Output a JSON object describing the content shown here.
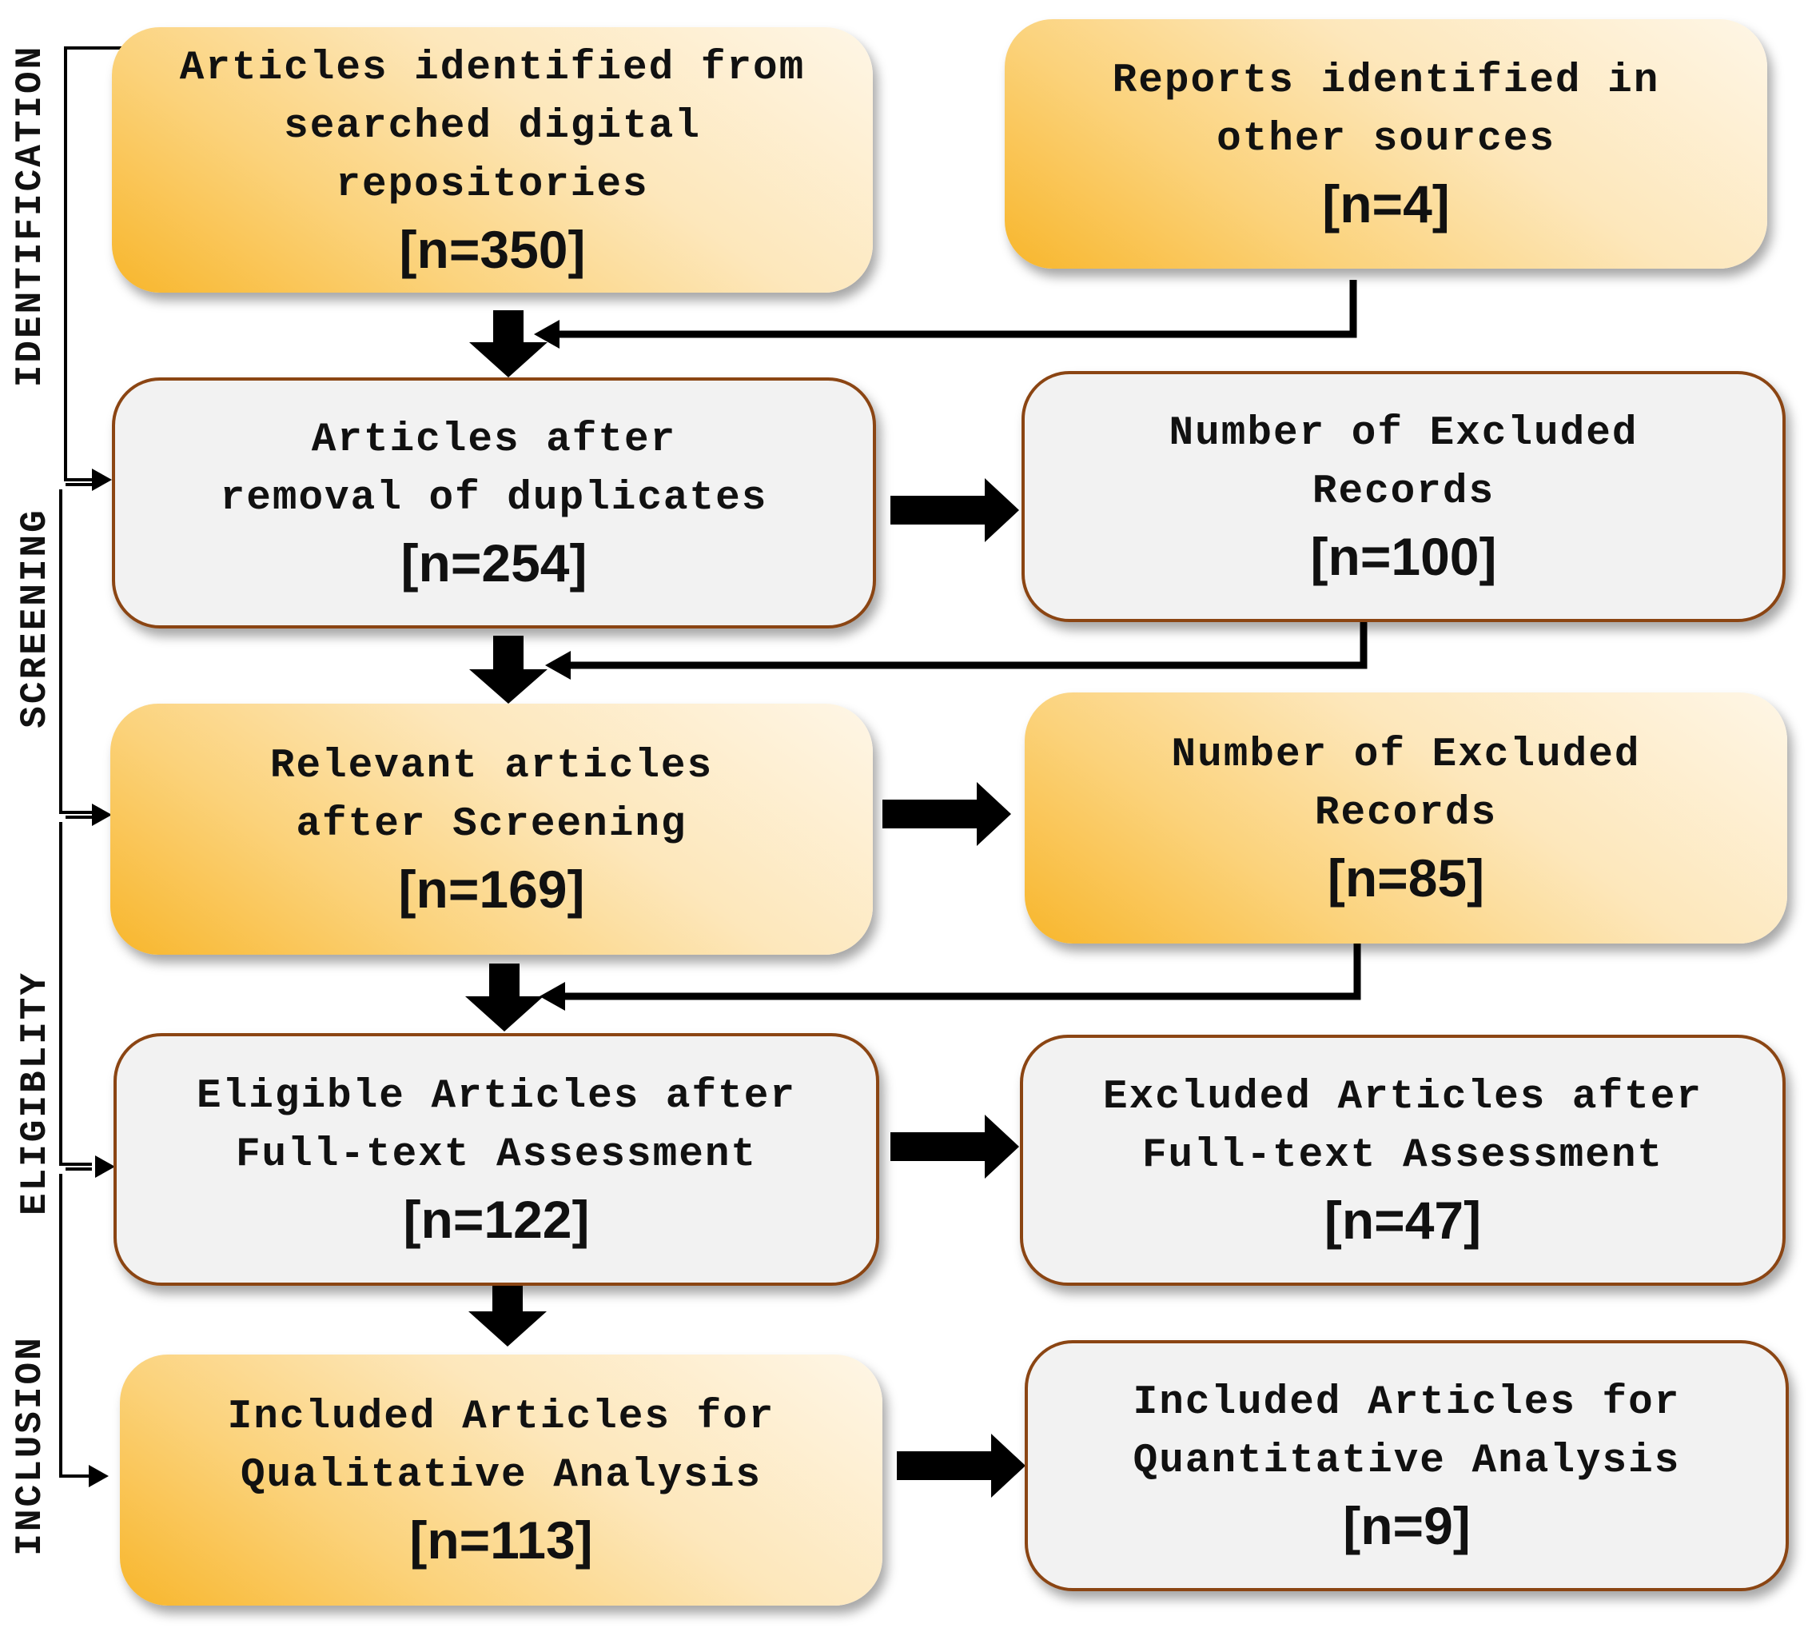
{
  "stages": [
    "IDENTIFICATION",
    "SCREENING",
    "ELIGIBLITY",
    "INCLUSION"
  ],
  "boxes": [
    {
      "id": "identified-repositories",
      "label": "Articles identified from\nsearched digital\nrepositories",
      "count": "[n=350]"
    },
    {
      "id": "identified-other",
      "label": "Reports identified in\nother sources",
      "count": "[n=4]"
    },
    {
      "id": "after-duplicates",
      "label": "Articles after\nremoval of duplicates",
      "count": "[n=254]"
    },
    {
      "id": "excluded-records-1",
      "label": "Number of Excluded\nRecords",
      "count": "[n=100]"
    },
    {
      "id": "after-screening",
      "label": "Relevant articles\nafter Screening",
      "count": "[n=169]"
    },
    {
      "id": "excluded-records-2",
      "label": "Number of Excluded\nRecords",
      "count": "[n=85]"
    },
    {
      "id": "eligible-fulltext",
      "label": "Eligible Articles after\nFull-text Assessment",
      "count": "[n=122]"
    },
    {
      "id": "excluded-fulltext",
      "label": "Excluded Articles after\nFull-text Assessment",
      "count": "[n=47]"
    },
    {
      "id": "included-qualitative",
      "label": "Included Articles for\nQualitative Analysis",
      "count": "[n=113]"
    },
    {
      "id": "included-quantitative",
      "label": "Included Articles for\nQuantitative Analysis",
      "count": "[n=9]"
    }
  ],
  "colors": {
    "gold": "#f8b62c",
    "grey": "#f2f2f2",
    "border": "#8b4513",
    "arrow": "#000000"
  }
}
